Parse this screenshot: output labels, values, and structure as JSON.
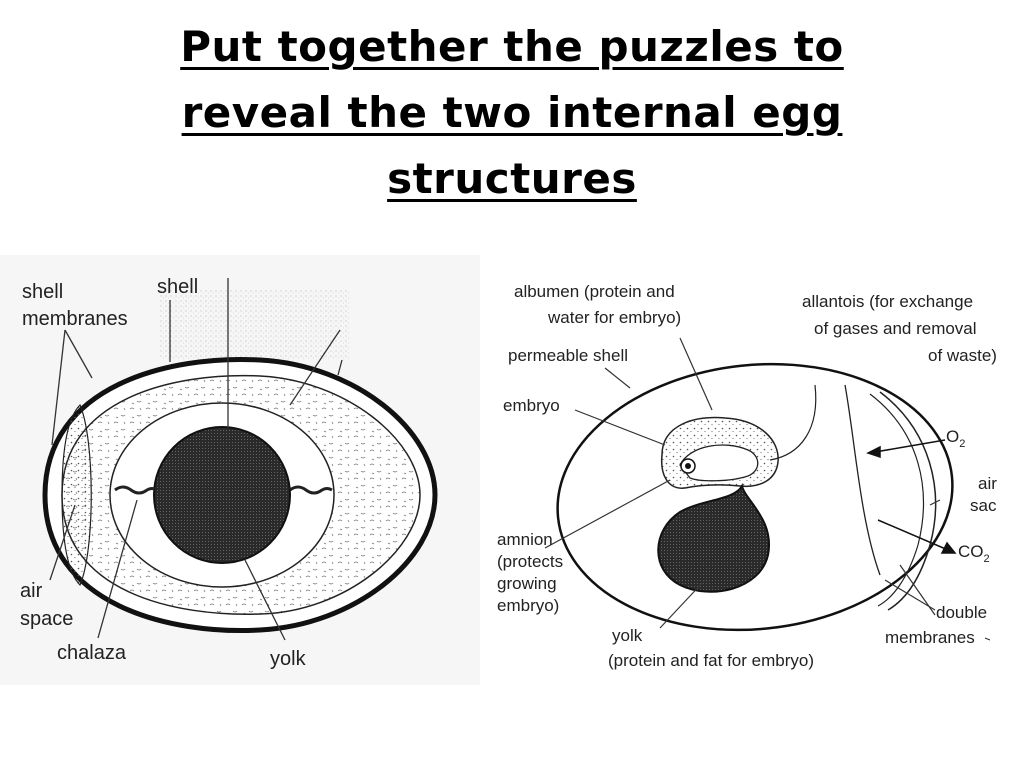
{
  "title": {
    "line1": "Put together the puzzles to",
    "line2": "reveal the two internal egg",
    "line3": "structures"
  },
  "left_diagram": {
    "shell_membranes_1": "shell",
    "shell_membranes_2": "membranes",
    "shell": "shell",
    "air_space_1": "air",
    "air_space_2": "space",
    "chalaza": "chalaza",
    "yolk": "yolk"
  },
  "right_diagram": {
    "albumen_1": "albumen (protein and",
    "albumen_2": "water for embryo)",
    "allantois_1": "allantois (for exchange",
    "allantois_2": "of gases and removal",
    "allantois_3": "of waste)",
    "permeable_shell": "permeable shell",
    "embryo": "embryo",
    "o2": "O",
    "o2_sub": "2",
    "air_sac_1": "air",
    "air_sac_2": "sac",
    "amnion_1": "amnion",
    "amnion_2": "(protects",
    "amnion_3": "growing",
    "amnion_4": "embryo)",
    "co2": "CO",
    "co2_sub": "2",
    "double_membranes_1": "double",
    "double_membranes_2": "membranes",
    "yolk_1": "yolk",
    "yolk_2": "(protein and fat for embryo)"
  }
}
